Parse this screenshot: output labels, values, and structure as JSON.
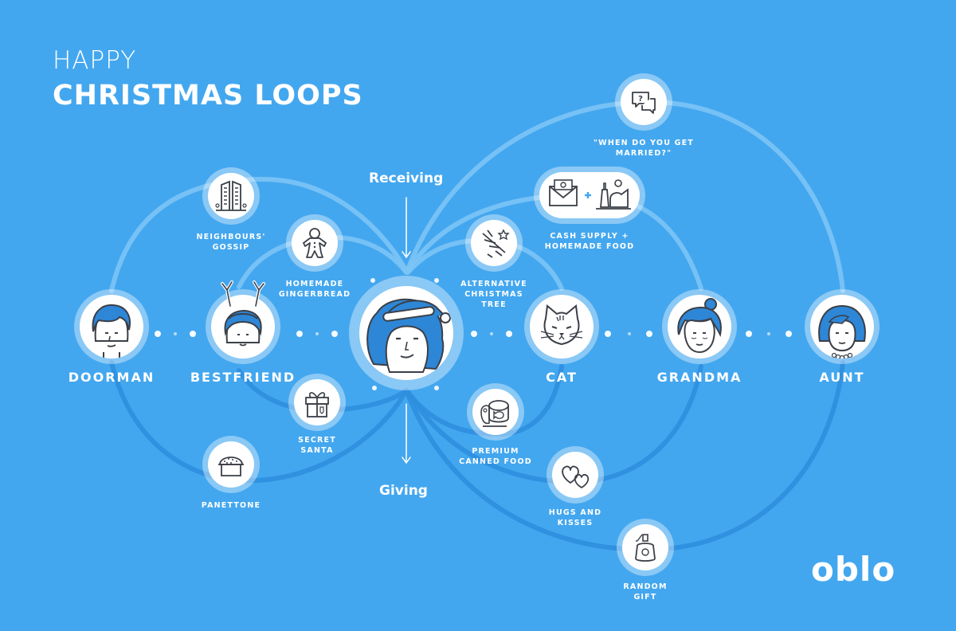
{
  "title": {
    "line1": "HAPPY",
    "line2": "CHRISTMAS LOOPS"
  },
  "flow": {
    "receiving": "Receiving",
    "giving": "Giving"
  },
  "logo": "oblo",
  "colors": {
    "background": "#43a7ef",
    "loop_light": "#7cc4f5",
    "loop_dark": "#2f8fdf",
    "line_art": "#3b3f47",
    "hair": "#2e86d6",
    "accent": "#43a7ef"
  },
  "people": [
    {
      "key": "doorman",
      "name": "DOORMAN",
      "icon": "doorman-avatar-icon"
    },
    {
      "key": "bestfriend",
      "name": "BESTFRIEND",
      "icon": "reindeer-antlers-avatar-icon"
    },
    {
      "key": "me",
      "name": "",
      "icon": "santa-hat-avatar-icon"
    },
    {
      "key": "cat",
      "name": "CAT",
      "icon": "cat-face-icon"
    },
    {
      "key": "grandma",
      "name": "GRANDMA",
      "icon": "grandma-avatar-icon"
    },
    {
      "key": "aunt",
      "name": "AUNT",
      "icon": "aunt-avatar-icon"
    }
  ],
  "gifts": [
    {
      "key": "neighbours-gossip",
      "lines": [
        "NEIGHBOURS'",
        "GOSSIP"
      ],
      "icon": "buildings-icon"
    },
    {
      "key": "homemade-gingerbread",
      "lines": [
        "HOMEMADE",
        "GINGERBREAD"
      ],
      "icon": "gingerbread-man-icon"
    },
    {
      "key": "alternative-christmas-tree",
      "lines": [
        "ALTERNATIVE",
        "CHRISTMAS",
        "TREE"
      ],
      "icon": "christmas-tree-icon"
    },
    {
      "key": "when-married",
      "lines": [
        "\"WHEN DO YOU GET",
        "MARRIED?\""
      ],
      "icon": "question-speech-bubbles-icon"
    },
    {
      "key": "cash-supply",
      "lines": [
        "CASH SUPPLY +",
        "HOMEMADE FOOD"
      ],
      "icon": "cash-envelope-and-food-icon"
    },
    {
      "key": "secret-santa",
      "lines": [
        "SECRET",
        "SANTA"
      ],
      "icon": "gift-box-icon"
    },
    {
      "key": "panettone",
      "lines": [
        "PANETTONE"
      ],
      "icon": "panettone-icon"
    },
    {
      "key": "premium-canned-food",
      "lines": [
        "PREMIUM",
        "CANNED FOOD"
      ],
      "icon": "canned-food-icon"
    },
    {
      "key": "hugs-and-kisses",
      "lines": [
        "HUGS AND",
        "KISSES"
      ],
      "icon": "hearts-icon"
    },
    {
      "key": "random-gift",
      "lines": [
        "RANDOM",
        "GIFT"
      ],
      "icon": "perfume-bottle-icon"
    }
  ]
}
